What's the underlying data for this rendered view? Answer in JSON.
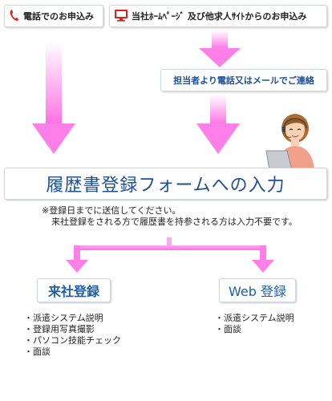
{
  "apply": {
    "phone": "電話でのお申込み",
    "web": "当社ﾎｰﾑﾍﾟｰｼﾞ 及び他求人ｻｲﾄからのお申込み"
  },
  "contact": "担当者より電話又はメールでご連絡",
  "form_title": "履歴書登録フォームへの入力",
  "note": {
    "line1": "※登録日までに送信してください。",
    "line2": "来社登録をされる方で履歴書を持参される方は入力不要です。"
  },
  "office": {
    "title": "来社登録",
    "items": [
      "派遣システム説明",
      "登録用写真撮影",
      "パソコン技能チェック",
      "面談"
    ]
  },
  "web_reg": {
    "title": "Web 登録",
    "items": [
      "派遣システム説明",
      "面談"
    ]
  },
  "colors": {
    "arrow": "#ff7fe8",
    "title_blue": "#1f4f96",
    "icon_red": "#e02020"
  }
}
